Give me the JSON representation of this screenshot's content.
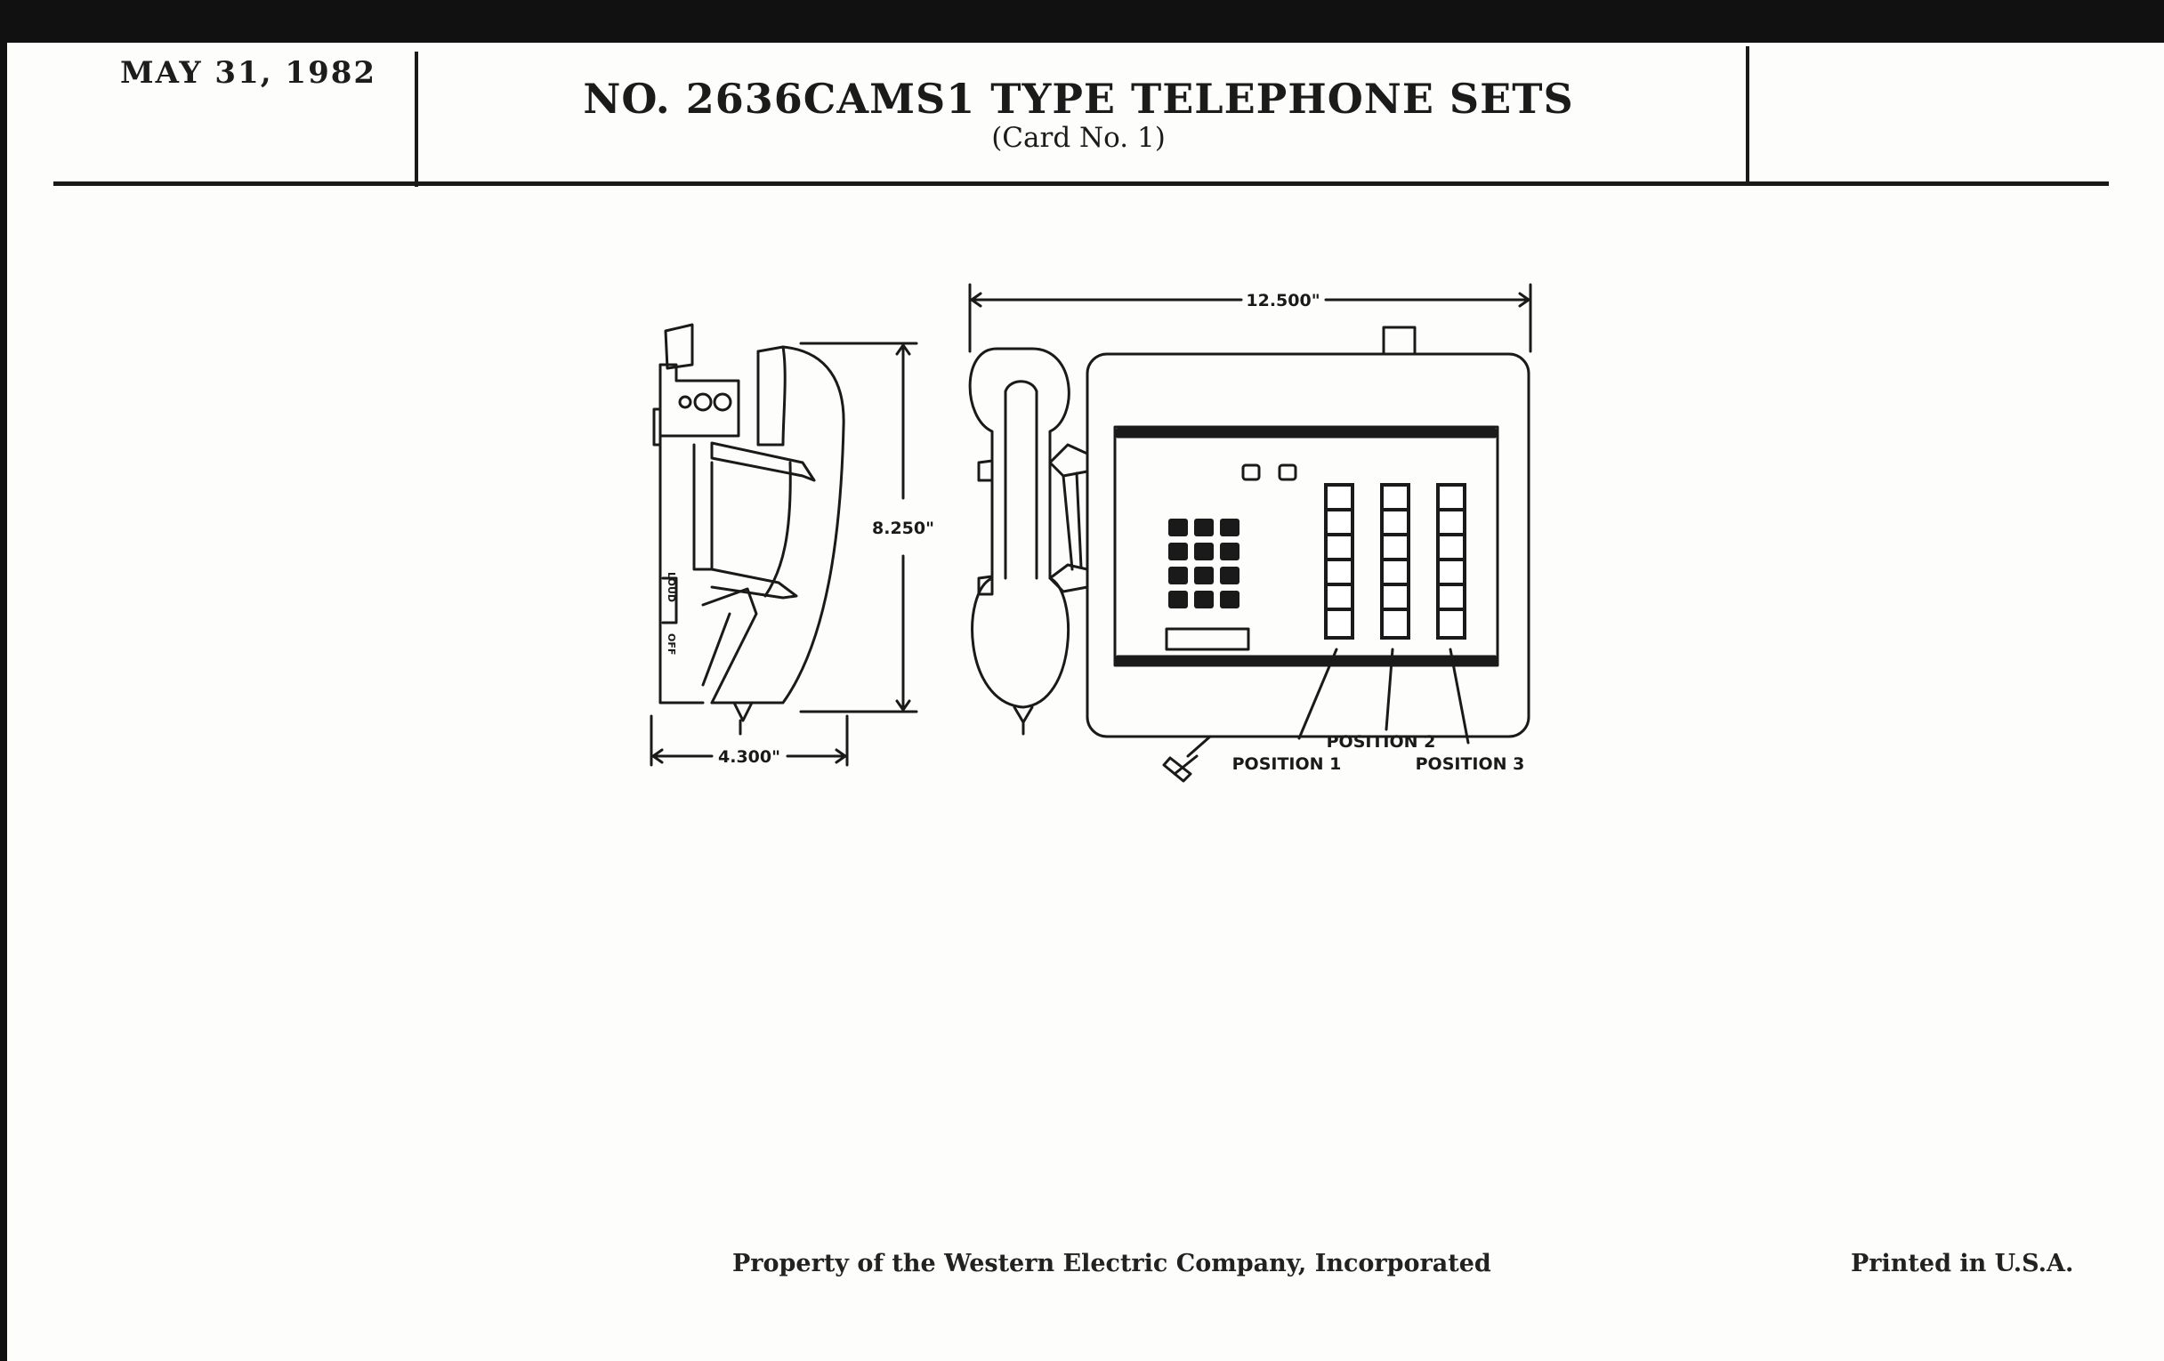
{
  "header": {
    "date": "MAY 31, 1982",
    "title": "NO. 2636CAMS1 TYPE TELEPHONE SETS",
    "subtitle": "(Card No. 1)"
  },
  "drawing": {
    "dim_width": "12.500\"",
    "dim_height": "8.250\"",
    "dim_depth": "4.300\"",
    "side_label_1": "LOUD",
    "side_label_2": "OFF",
    "position_1": "POSITION 1",
    "position_2": "POSITION 2",
    "position_3": "POSITION 3"
  },
  "footer": {
    "property": "Property of the Western Electric Company, Incorporated",
    "printed": "Printed in U.S.A."
  }
}
